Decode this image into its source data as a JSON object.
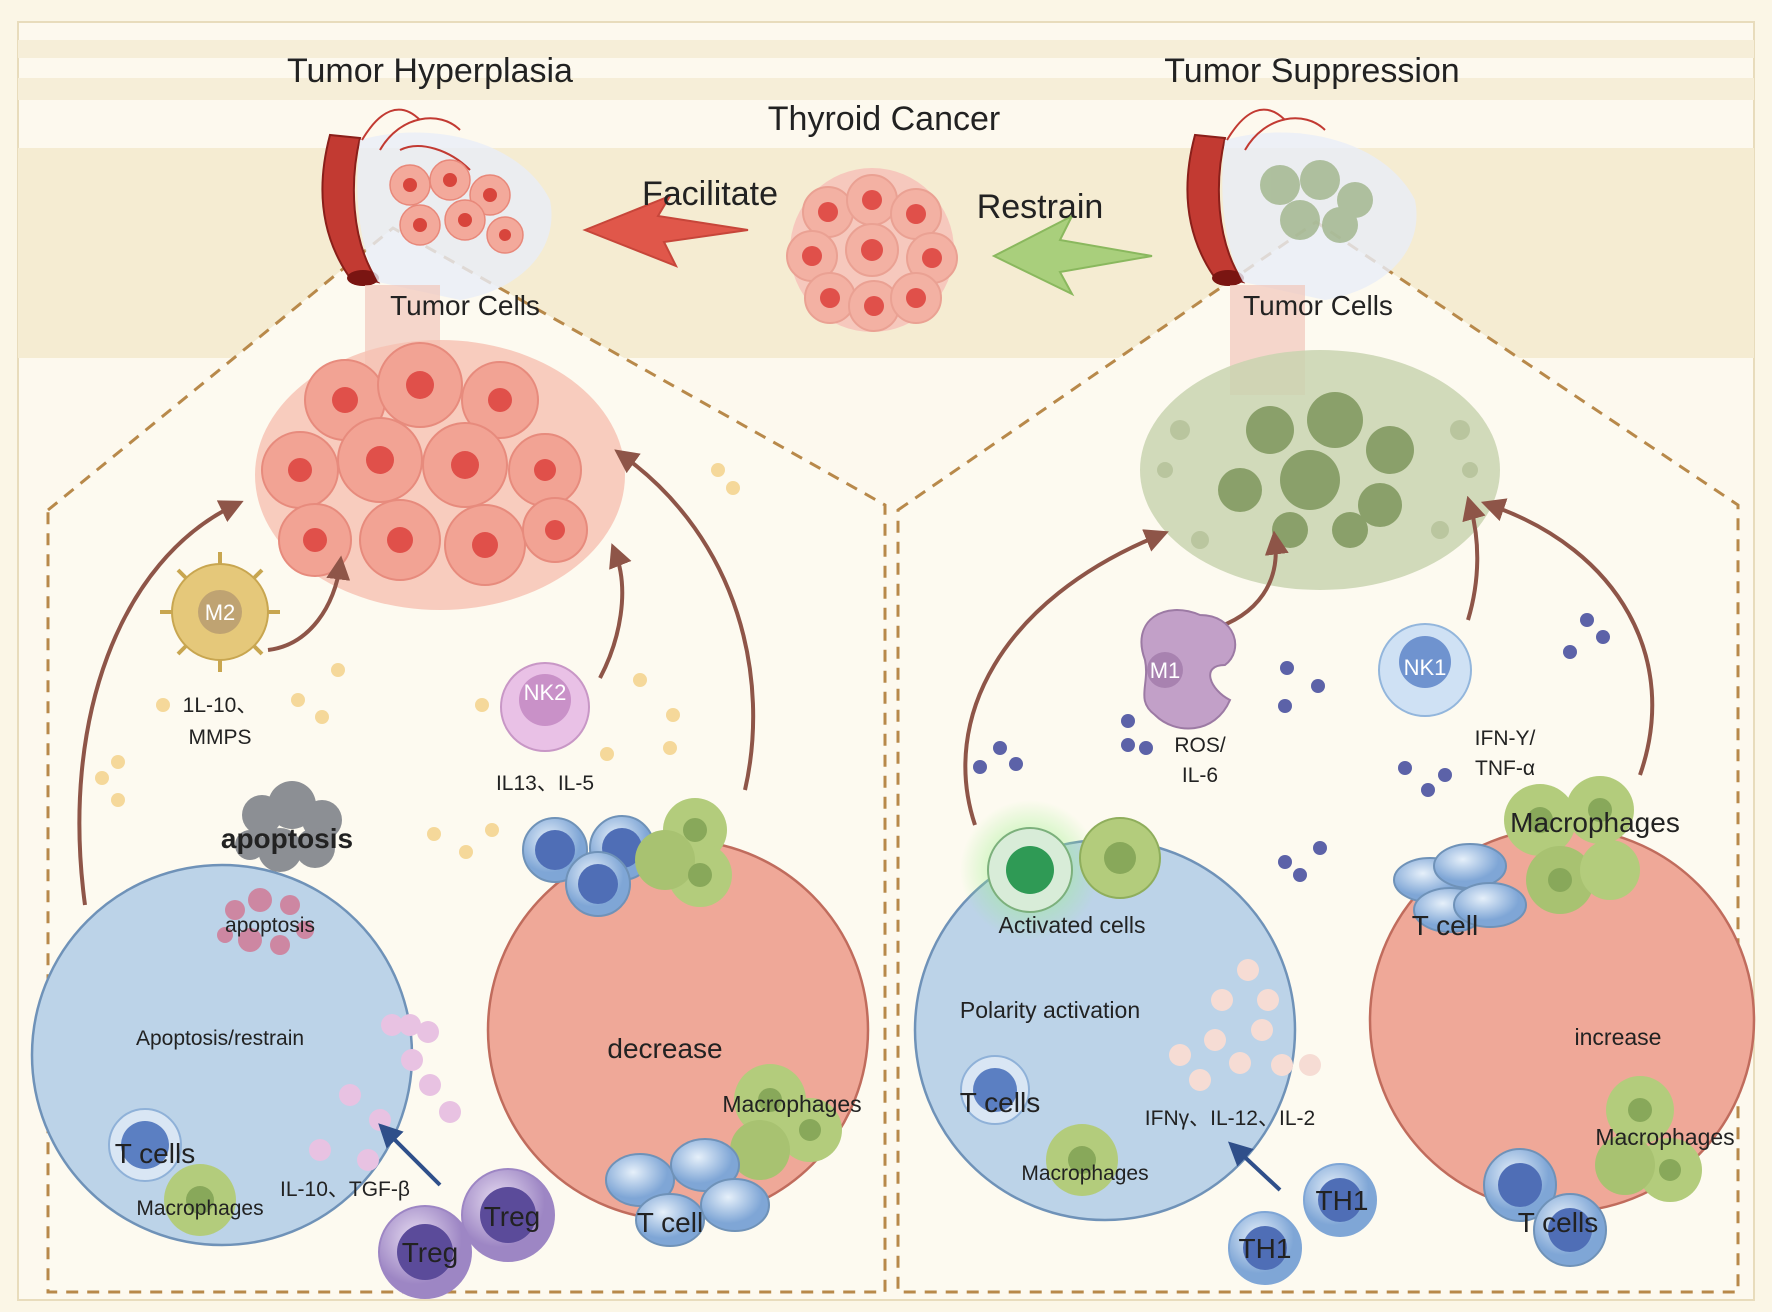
{
  "title_left": "Tumor Hyperplasia",
  "title_center": "Thyroid Cancer",
  "title_right": "Tumor Suppression",
  "arrow_left_label": "Facilitate",
  "arrow_right_label": "Restrain",
  "left": {
    "tumor_cells": "Tumor Cells",
    "m2": "M2",
    "m2_cytokines_1": "1L-10、",
    "m2_cytokines_2": "MMPS",
    "nk2": "NK2",
    "nk2_cytokines": "IL13、IL-5",
    "apoptosis_top": "apoptosis",
    "apoptosis_inner": "apoptosis",
    "circle_label": "Apoptosis/restrain",
    "t_cells": "T cells",
    "macrophages": "Macrophages",
    "treg_cytokines": "IL-10、TGF-β",
    "treg_1": "Treg",
    "treg_2": "Treg",
    "decrease": "decrease",
    "macrophages_red": "Macrophages",
    "t_cell_red": "T cell"
  },
  "right": {
    "tumor_cells": "Tumor Cells",
    "m1": "M1",
    "m1_cytokines_1": "ROS/",
    "m1_cytokines_2": "IL-6",
    "nk1": "NK1",
    "nk1_cytokines_1": "IFN-Y/",
    "nk1_cytokines_2": "TNF-α",
    "activated": "Activated cells",
    "polarity": "Polarity activation",
    "t_cells": "T cells",
    "macrophages": "Macrophages",
    "th1_cytokines": "IFNγ、IL-12、IL-2",
    "th1_1": "TH1",
    "th1_2": "TH1",
    "macrophages_top": "Macrophages",
    "t_cell_red": "T cell",
    "increase": "increase",
    "macrophages_red": "Macrophages",
    "t_cells_red": "T cells"
  },
  "colors": {
    "background": "#fbf6e6",
    "blue_circle": "#bcd3e8",
    "red_circle": "#efa898",
    "arrow_red": "#e0574a",
    "arrow_green": "#a9cf7c",
    "flow_arrow": "#8e5548",
    "dashed": "#b8894a"
  }
}
